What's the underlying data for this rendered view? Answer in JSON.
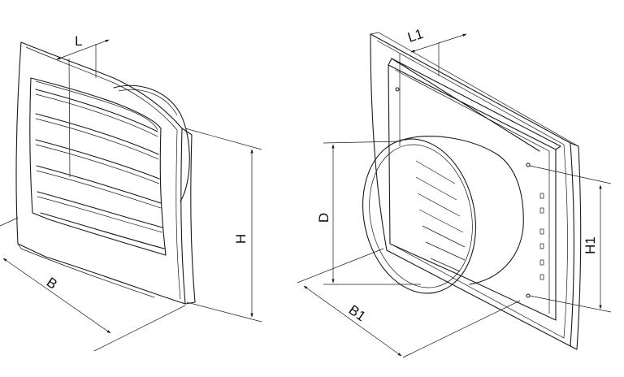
{
  "labels": {
    "L": "L",
    "B": "B",
    "H": "H",
    "L1": "L1",
    "D": "D",
    "B1": "B1",
    "H1": "H1"
  },
  "colors": {
    "line": "#1a1a1a",
    "background": "#ffffff"
  }
}
